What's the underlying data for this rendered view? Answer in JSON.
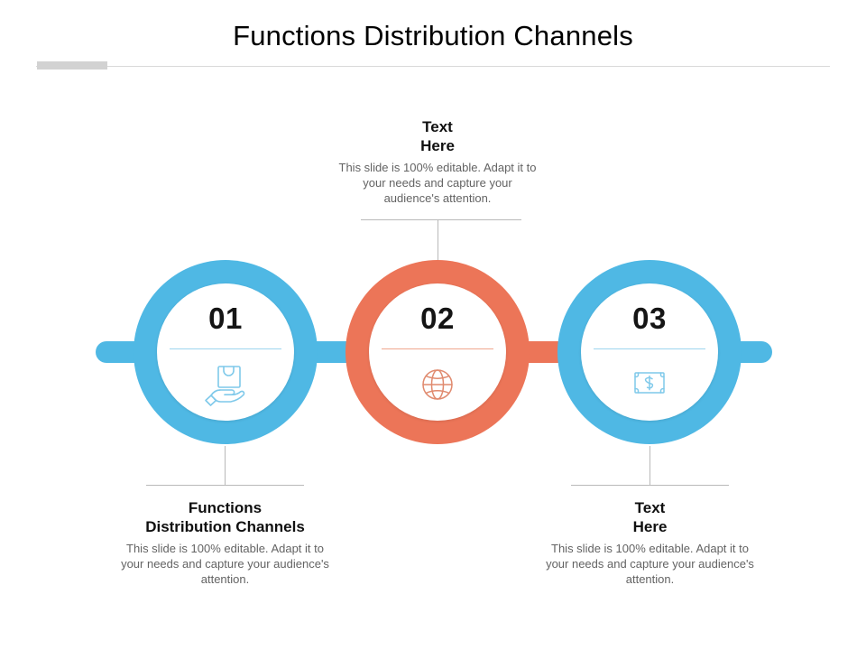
{
  "slide": {
    "title": "Functions Distribution  Channels",
    "background": "#ffffff",
    "accent_blue": "#4FB8E4",
    "accent_orange": "#EC7558",
    "rule_color": "#d9d9d9",
    "rule_block_color": "#d2d2d2"
  },
  "nodes": [
    {
      "number": "01",
      "color": "#4FB8E4",
      "icon": "hand-holding-package-icon",
      "separator_color": "#9ed5ef"
    },
    {
      "number": "02",
      "color": "#EC7558",
      "icon": "globe-icon",
      "separator_color": "#f0a78f"
    },
    {
      "number": "03",
      "color": "#4FB8E4",
      "icon": "banknote-dollar-icon",
      "separator_color": "#9ed5ef"
    }
  ],
  "captions": {
    "top_center": {
      "heading_line1": "Text",
      "heading_line2": "Here",
      "body": "This slide is 100% editable. Adapt it to your needs and capture your audience's attention."
    },
    "bottom_left": {
      "heading_line1": "Functions",
      "heading_line2": "Distribution Channels",
      "body": "This slide is 100% editable. Adapt it to your needs and capture your audience's attention."
    },
    "bottom_right": {
      "heading_line1": "Text",
      "heading_line2": "Here",
      "body": "This slide is 100% editable. Adapt it to your needs and capture your audience's attention."
    }
  }
}
